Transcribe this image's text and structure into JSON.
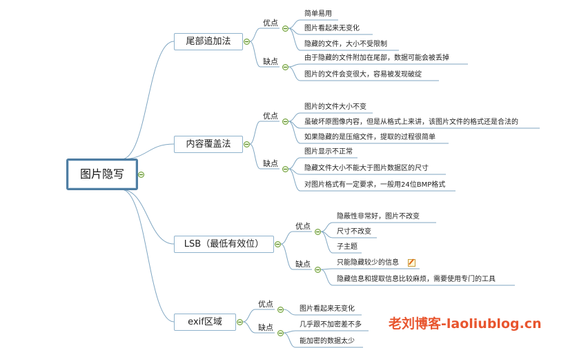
{
  "root": {
    "label": "图片隐写"
  },
  "branches": [
    {
      "label": "尾部追加法",
      "pros_label": "优点",
      "pros": [
        "简单易用",
        "图片看起来无变化",
        "隐藏的文件，大小不受限制"
      ],
      "cons_label": "缺点",
      "cons": [
        "由于隐藏的文件附加在尾部，数据可能会被丢掉",
        "图片的文件会变很大，容易被发现破绽"
      ]
    },
    {
      "label": "内容覆盖法",
      "pros_label": "优点",
      "pros": [
        "图片的文件大小不变",
        "虽破坏原图像内容，但是从格式上来讲，该图片文件的格式还是合法的",
        "如果隐藏的是压缩文件，提取的过程很简单"
      ],
      "cons_label": "缺点",
      "cons": [
        "图片显示不正常",
        "隐藏文件大小不能大于图片数据区的尺寸",
        "对图片格式有一定要求，一般用24位BMP格式"
      ]
    },
    {
      "label": "LSB（最低有效位）",
      "pros_label": "优点",
      "pros": [
        "隐蔽性非常好，图片不改变",
        "尺寸不改变",
        "子主题"
      ],
      "cons_label": "缺点",
      "cons": [
        "只能隐藏较少的信息",
        "隐藏信息和提取信息比较麻烦，需要使用专门的工具"
      ]
    },
    {
      "label": "exif区域",
      "pros_label": "优点",
      "pros": [
        "图片看起来无变化"
      ],
      "cons_label": "缺点",
      "cons": [
        "几乎跟不加密差不多",
        "能加密的数据太少"
      ]
    }
  ],
  "watermark": "老刘博客-laoliublog.cn",
  "colors": {
    "curve": "#7fa6c2",
    "leaf_line": "#7fa6c2",
    "collapse": "#6a9a34",
    "watermark": "#e8552e"
  },
  "icons": {
    "collapse": "collapse-minus-icon",
    "note": "note-icon"
  }
}
